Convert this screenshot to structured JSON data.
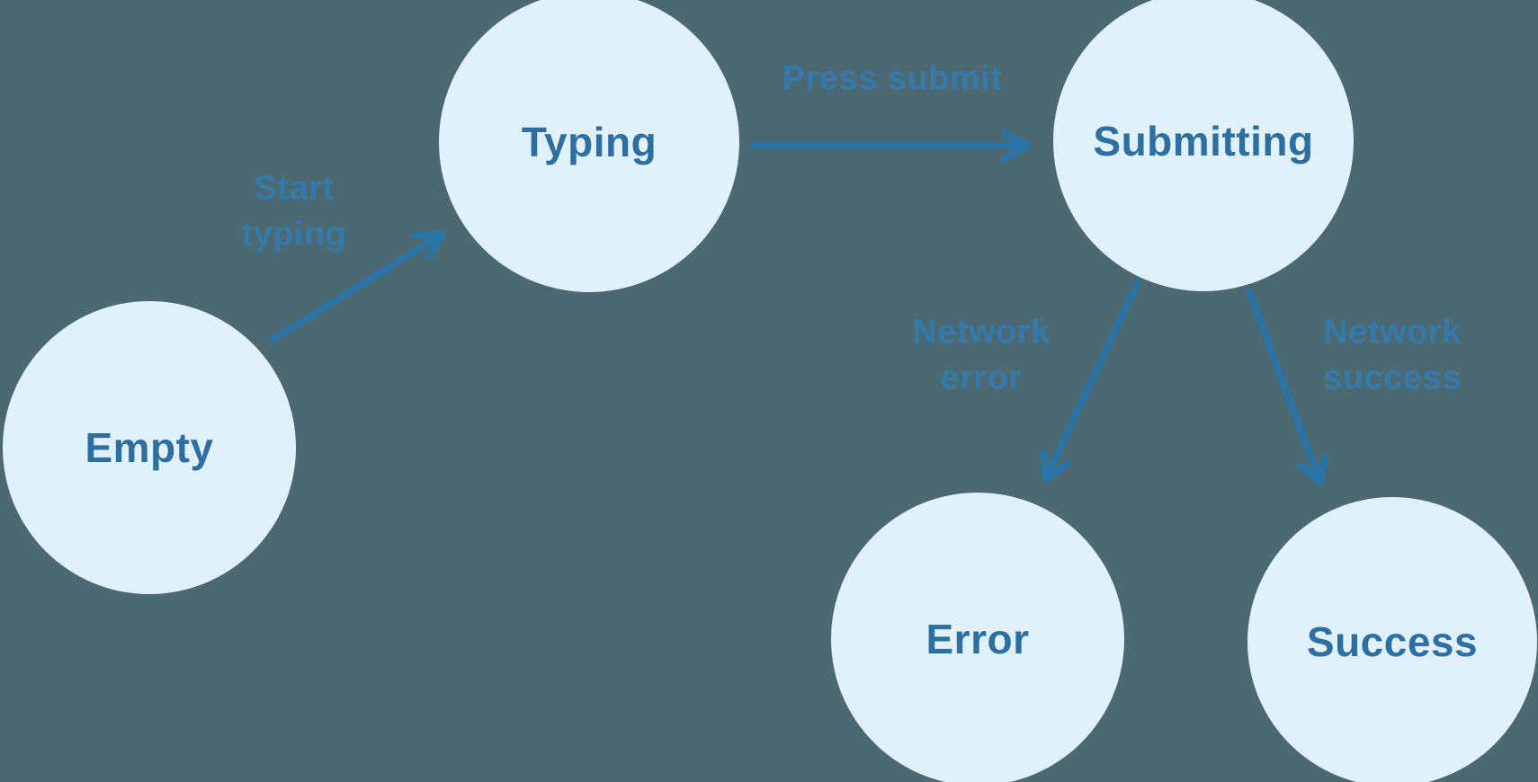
{
  "colors": {
    "background": "#4c6972",
    "node-fill": "#e0f1fc",
    "node-text": "#2d6fa1",
    "edge": "#2a73a7",
    "edge-label": "#3579aa"
  },
  "diagram": {
    "type": "state-machine",
    "nodes": [
      {
        "id": "empty",
        "label": "Empty"
      },
      {
        "id": "typing",
        "label": "Typing"
      },
      {
        "id": "submitting",
        "label": "Submitting"
      },
      {
        "id": "error",
        "label": "Error"
      },
      {
        "id": "success",
        "label": "Success"
      }
    ],
    "edges": [
      {
        "from": "empty",
        "to": "typing",
        "label": "Start typing"
      },
      {
        "from": "typing",
        "to": "submitting",
        "label": "Press submit"
      },
      {
        "from": "submitting",
        "to": "error",
        "label": "Network error"
      },
      {
        "from": "submitting",
        "to": "success",
        "label": "Network success"
      }
    ]
  }
}
